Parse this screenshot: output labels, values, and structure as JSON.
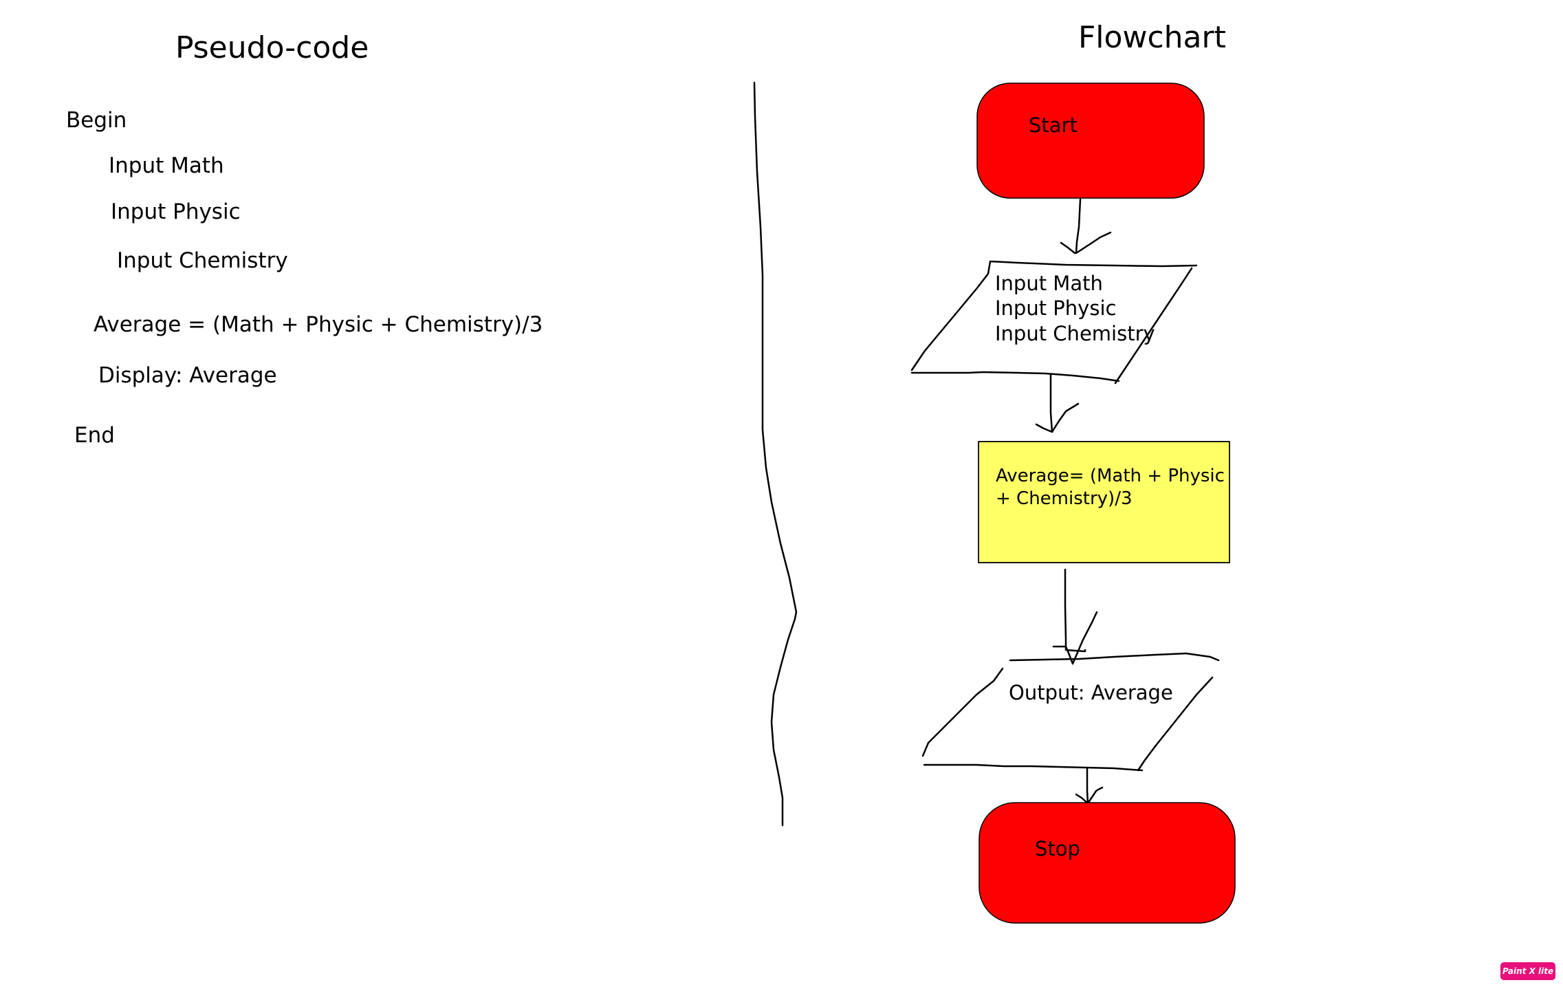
{
  "pseudocode": {
    "title": "Pseudo-code",
    "lines": [
      "Begin",
      "Input Math",
      "Input Physic",
      "Input Chemistry",
      "Average = (Math + Physic + Chemistry)/3",
      "Display: Average",
      "End"
    ]
  },
  "flowchart": {
    "title": "Flowchart",
    "start": "Start",
    "input_lines": [
      "Input Math",
      "Input Physic",
      "Input Chemistry"
    ],
    "process_lines": [
      "Average= (Math + Physic",
      "+ Chemistry)/3"
    ],
    "output": "Output: Average",
    "stop": "Stop"
  },
  "badge": {
    "label": "Paint X lite"
  },
  "colors": {
    "terminal_fill": "#fe0000",
    "process_fill": "#ffff66",
    "stroke": "#000000",
    "badge": "#e8107a"
  }
}
